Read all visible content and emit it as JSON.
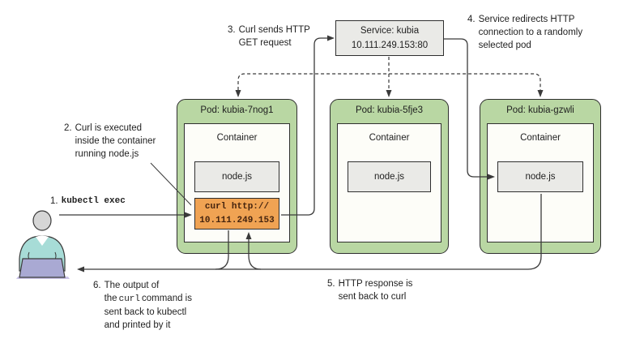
{
  "service": {
    "name": "Service: kubia",
    "address": "10.111.249.153:80"
  },
  "pods": [
    {
      "title": "Pod: kubia-7nog1",
      "container_label": "Container",
      "app_label": "node.js",
      "command_line1": "curl http://",
      "command_line2": "10.111.249.153"
    },
    {
      "title": "Pod: kubia-5fje3",
      "container_label": "Container",
      "app_label": "node.js"
    },
    {
      "title": "Pod: kubia-gzwli",
      "container_label": "Container",
      "app_label": "node.js"
    }
  ],
  "annotations": [
    {
      "number": "1.",
      "command": "kubectl exec"
    },
    {
      "number": "2.",
      "text": "Curl is executed inside the container running node.js"
    },
    {
      "number": "3.",
      "text": "Curl sends HTTP GET request"
    },
    {
      "number": "4.",
      "text": "Service redirects HTTP connection to a randomly selected pod"
    },
    {
      "number": "5.",
      "text": "HTTP response is sent back to curl"
    },
    {
      "number": "6.",
      "text_before": "The output of the",
      "command": "curl",
      "text_after": "command is sent back to kubectl and printed by it"
    }
  ],
  "icons": {
    "user": "user-at-laptop-icon"
  },
  "colors": {
    "pod_fill": "#b9d7a3",
    "pod_border": "#2f2f2f",
    "container_fill": "#fdfdf8",
    "box_fill": "#eaeae7",
    "box_border": "#2f2f2f",
    "command_fill": "#f0a353",
    "command_text": "#44230e",
    "line": "#3a3a3a",
    "person_shirt": "#a7dcd7",
    "person_head": "#d6d6d6",
    "laptop": "#a9a9d3",
    "laptop_shadow": "#cdc6e8"
  }
}
